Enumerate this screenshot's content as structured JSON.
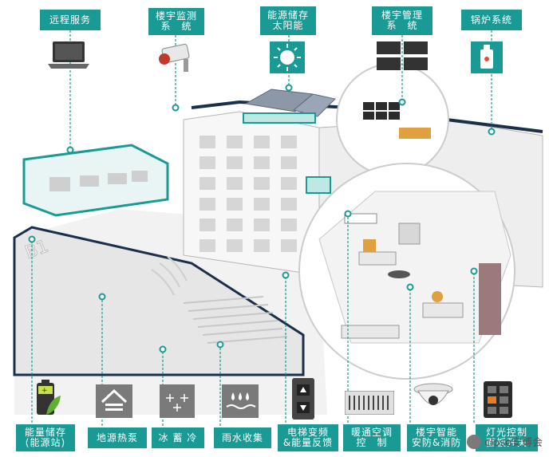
{
  "top_labels": [
    {
      "id": "remote",
      "text": "远程服务",
      "icon": "laptop-icon"
    },
    {
      "id": "monitor",
      "text": "楼宇监测\n系　统",
      "icon": "security-camera-icon"
    },
    {
      "id": "solar",
      "text": "能源储存\n太阳能",
      "icon": "sun-icon"
    },
    {
      "id": "bms",
      "text": "楼宇管理\n系　统",
      "icon": "monitors-icon"
    },
    {
      "id": "boiler",
      "text": "锅炉系统",
      "icon": "boiler-icon"
    }
  ],
  "bottom_labels": [
    {
      "id": "battery",
      "text": "能量储存\n(能源站)",
      "icon": "battery-leaf-icon"
    },
    {
      "id": "geo",
      "text": "地源热泵",
      "icon": "house-energy-icon"
    },
    {
      "id": "ice",
      "text": "冰 蓄 冷",
      "icon": "snowflake-icon"
    },
    {
      "id": "rain",
      "text": "雨水收集",
      "icon": "raindrop-icon"
    },
    {
      "id": "elevator",
      "text": "电梯变频\n&能量反馈",
      "icon": "elevator-buttons-icon"
    },
    {
      "id": "hvac",
      "text": "暖通空调\n控　制",
      "icon": "vent-grille-icon"
    },
    {
      "id": "fire",
      "text": "楼宇智能\n安防&消防",
      "icon": "dome-camera-icon"
    },
    {
      "id": "panel",
      "text": "灯光控制\n面板开关",
      "icon": "switch-panel-icon"
    }
  ],
  "floor_label": "B1",
  "watermark": "cipse安博会",
  "colors": {
    "accent": "#1a9a95",
    "outline": "#1c2f4a"
  }
}
